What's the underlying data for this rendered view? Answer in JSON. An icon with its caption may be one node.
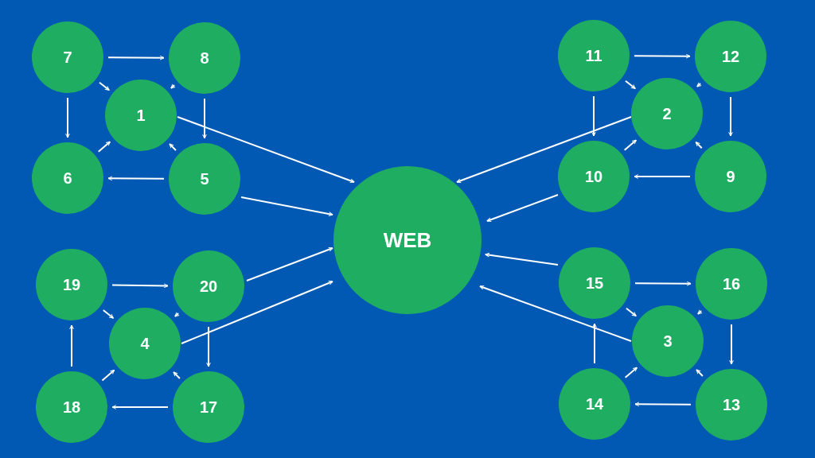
{
  "diagram": {
    "nodes": [
      {
        "text": [
          "WEB"
        ]
      },
      {
        "text": [
          "1"
        ]
      },
      {
        "text": [
          "2"
        ]
      },
      {
        "text": [
          "3"
        ]
      },
      {
        "text": [
          "4"
        ]
      },
      {
        "text": [
          "5"
        ]
      },
      {
        "text": [
          "6"
        ]
      },
      {
        "text": [
          "7"
        ]
      },
      {
        "text": [
          "8"
        ]
      },
      {
        "text": [
          "9"
        ]
      },
      {
        "text": [
          "10"
        ]
      },
      {
        "text": [
          "11"
        ]
      },
      {
        "text": [
          "12"
        ]
      },
      {
        "text": [
          "13"
        ]
      },
      {
        "text": [
          "14"
        ]
      },
      {
        "text": [
          "15"
        ]
      },
      {
        "text": [
          "16"
        ]
      },
      {
        "text": [
          "17"
        ]
      },
      {
        "text": [
          "18"
        ]
      },
      {
        "text": [
          "19"
        ]
      },
      {
        "text": [
          "20"
        ]
      }
    ],
    "edges": [
      {
        "from": 7,
        "to": 8,
        "arrow": "to"
      },
      {
        "from": 7,
        "to": 1,
        "arrow": "to"
      },
      {
        "from": 8,
        "to": 1,
        "arrow": "to"
      },
      {
        "from": 7,
        "to": 6,
        "arrow": "to"
      },
      {
        "from": 8,
        "to": 5,
        "arrow": "to"
      },
      {
        "from": 6,
        "to": 1,
        "arrow": "to"
      },
      {
        "from": 5,
        "to": 1,
        "arrow": "to"
      },
      {
        "from": 5,
        "to": 6,
        "arrow": "to"
      },
      {
        "from": 1,
        "to": 0,
        "arrow": "to"
      },
      {
        "from": 5,
        "to": 0,
        "arrow": "to"
      },
      {
        "from": 11,
        "to": 12,
        "arrow": "to"
      },
      {
        "from": 11,
        "to": 2,
        "arrow": "to"
      },
      {
        "from": 12,
        "to": 2,
        "arrow": "to"
      },
      {
        "from": 11,
        "to": 10,
        "arrow": "to"
      },
      {
        "from": 12,
        "to": 9,
        "arrow": "to"
      },
      {
        "from": 10,
        "to": 2,
        "arrow": "to"
      },
      {
        "from": 9,
        "to": 2,
        "arrow": "to"
      },
      {
        "from": 9,
        "to": 10,
        "arrow": "to"
      },
      {
        "from": 2,
        "to": 0,
        "arrow": "to"
      },
      {
        "from": 10,
        "to": 0,
        "arrow": "to"
      },
      {
        "from": 19,
        "to": 20,
        "arrow": "to"
      },
      {
        "from": 19,
        "to": 4,
        "arrow": "to"
      },
      {
        "from": 20,
        "to": 4,
        "arrow": "to"
      },
      {
        "from": 20,
        "to": 17,
        "arrow": "to"
      },
      {
        "from": 18,
        "to": 19,
        "arrow": "to"
      },
      {
        "from": 18,
        "to": 4,
        "arrow": "to"
      },
      {
        "from": 17,
        "to": 4,
        "arrow": "to"
      },
      {
        "from": 17,
        "to": 18,
        "arrow": "to"
      },
      {
        "from": 20,
        "to": 0,
        "arrow": "to"
      },
      {
        "from": 4,
        "to": 0,
        "arrow": "to"
      },
      {
        "from": 15,
        "to": 16,
        "arrow": "to"
      },
      {
        "from": 15,
        "to": 3,
        "arrow": "to"
      },
      {
        "from": 16,
        "to": 3,
        "arrow": "to"
      },
      {
        "from": 16,
        "to": 13,
        "arrow": "to"
      },
      {
        "from": 14,
        "to": 15,
        "arrow": "to"
      },
      {
        "from": 14,
        "to": 3,
        "arrow": "to"
      },
      {
        "from": 13,
        "to": 3,
        "arrow": "to"
      },
      {
        "from": 13,
        "to": 14,
        "arrow": "to"
      },
      {
        "from": 15,
        "to": 0,
        "arrow": "to"
      },
      {
        "from": 3,
        "to": 0,
        "arrow": "to"
      }
    ]
  }
}
